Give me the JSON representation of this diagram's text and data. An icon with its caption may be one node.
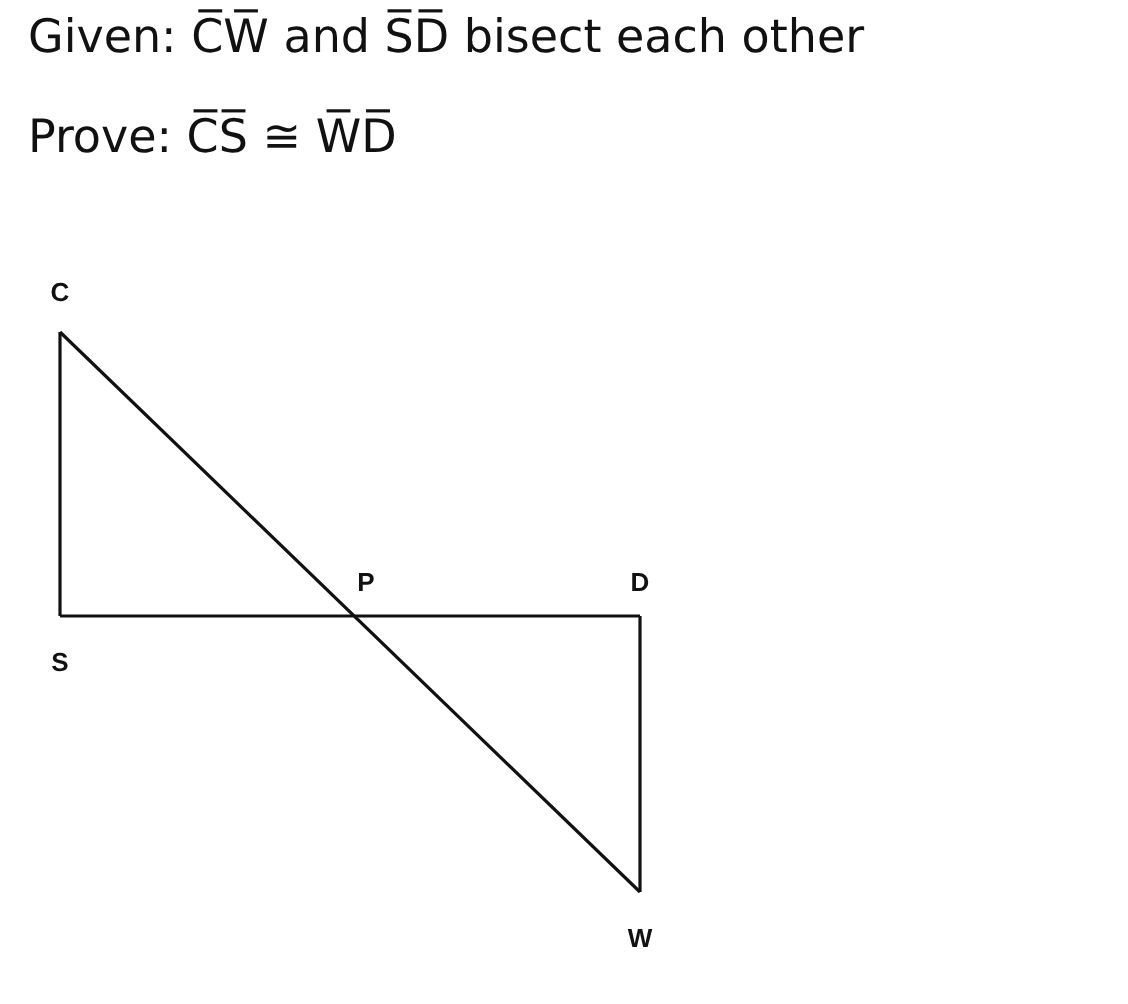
{
  "diagram": {
    "labels": [
      "Given: C̅W̅ and S̅D̅ bisect each other",
      "Prove:  C̅S̅ ≅ W̅D̅",
      "C",
      "P",
      "D",
      "S",
      "W"
    ]
  }
}
